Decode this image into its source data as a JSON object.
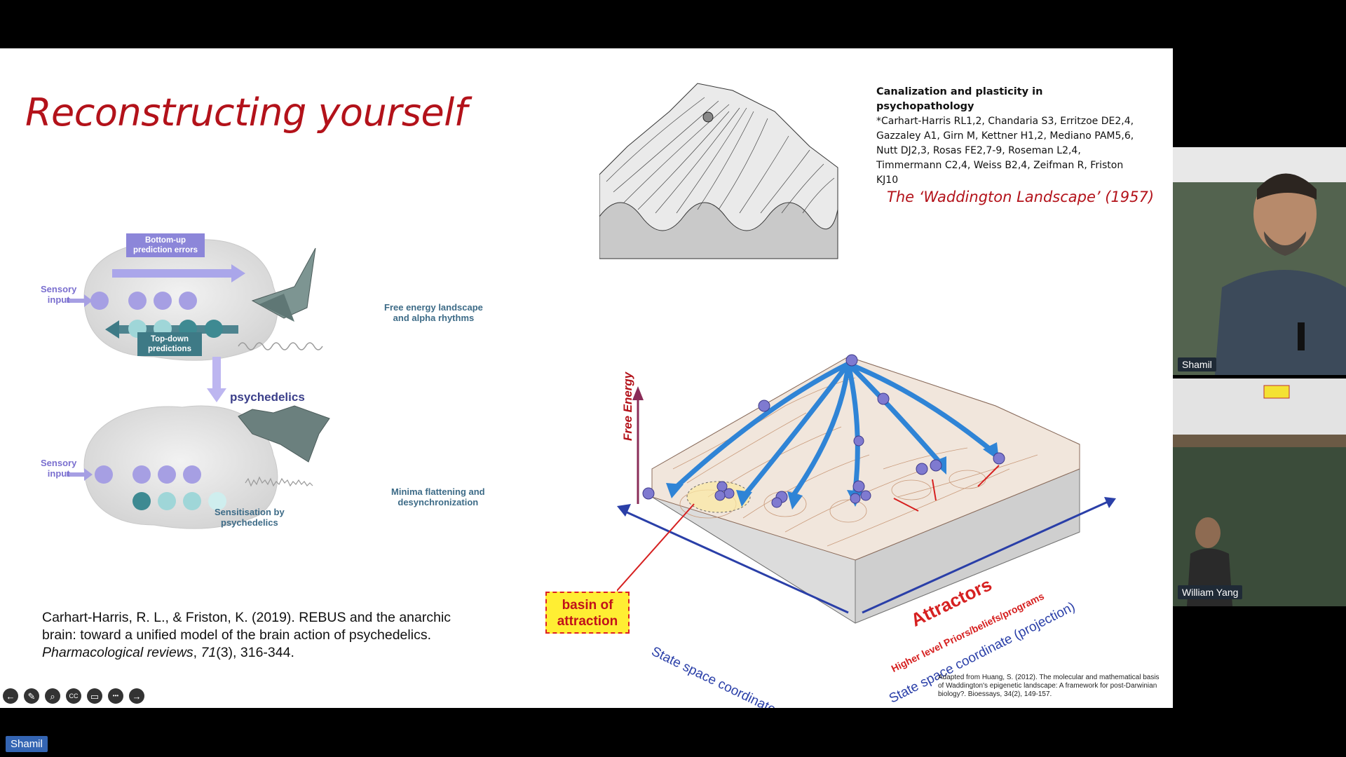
{
  "slide": {
    "title": "Reconstructing yourself",
    "brain_figure": {
      "bottom_up": "Bottom-up\nprediction errors",
      "top_down": "Top-down\npredictions",
      "sensory_input_1": "Sensory\ninput",
      "sensory_input_2": "Sensory\ninput",
      "free_energy": "Free energy landscape\nand alpha rhythms",
      "psychedelics": "psychedelics",
      "sensitisation": "Sensitisation by\npsychedelics",
      "minima": "Minima flattening and\ndesynchronization"
    },
    "citation": {
      "part1": "Carhart-Harris, R. L., & Friston, K. (2019). REBUS and the anarchic brain: toward a unified model of the brain action of psychedelics. ",
      "journal": "Pharmacological reviews",
      "part2": ", ",
      "volume": "71",
      "part3": "(3), 316-344."
    },
    "paper": {
      "title": "Canalization and plasticity in psychopathology",
      "authors": "*Carhart-Harris RL1,2, Chandaria S3, Erritzoe DE2,4, Gazzaley A1, Girn M, Kettner H1,2, Mediano PAM5,6, Nutt DJ2,3, Rosas FE2,7-9, Roseman L2,4, Timmermann C2,4, Weiss B2,4, Zeifman R, Friston KJ10"
    },
    "waddington_caption": "The ‘Waddington Landscape’ (1957)",
    "landscape": {
      "free_energy": "Free Energy",
      "basin": "basin of\nattraction",
      "attractors": "Attractors",
      "priors": "Higher level Priors/beliefs/programs",
      "axis_left": "State space coordinate (projection)",
      "axis_right": "State space coordinate (projection)"
    },
    "adapted": "Adapted from Huang, S. (2012). The molecular and mathematical basis of Waddington's epigenetic landscape: A framework for post-Darwinian biology?. Bioessays, 34(2), 149-157."
  },
  "toolbar": {
    "icons": [
      "back-arrow-icon",
      "pen-icon",
      "zoom-icon",
      "captions-icon",
      "video-off-icon",
      "more-icon",
      "forward-arrow-icon"
    ],
    "glyphs": [
      "←",
      "✎",
      "⌕",
      "CC",
      "▭",
      "•••",
      "→"
    ]
  },
  "participants": {
    "speaker": "Shamil",
    "other": "William Yang",
    "self_label": "Shamil"
  },
  "colors": {
    "title_red": "#b3121a",
    "arrow_blue": "#2f84d6",
    "accent_yellow": "#ffee33"
  }
}
